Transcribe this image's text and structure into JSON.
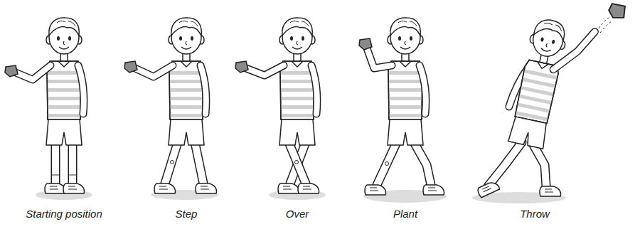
{
  "diagram": {
    "labels": [
      "Starting position",
      "Step",
      "Over",
      "Plant",
      "Throw"
    ]
  }
}
